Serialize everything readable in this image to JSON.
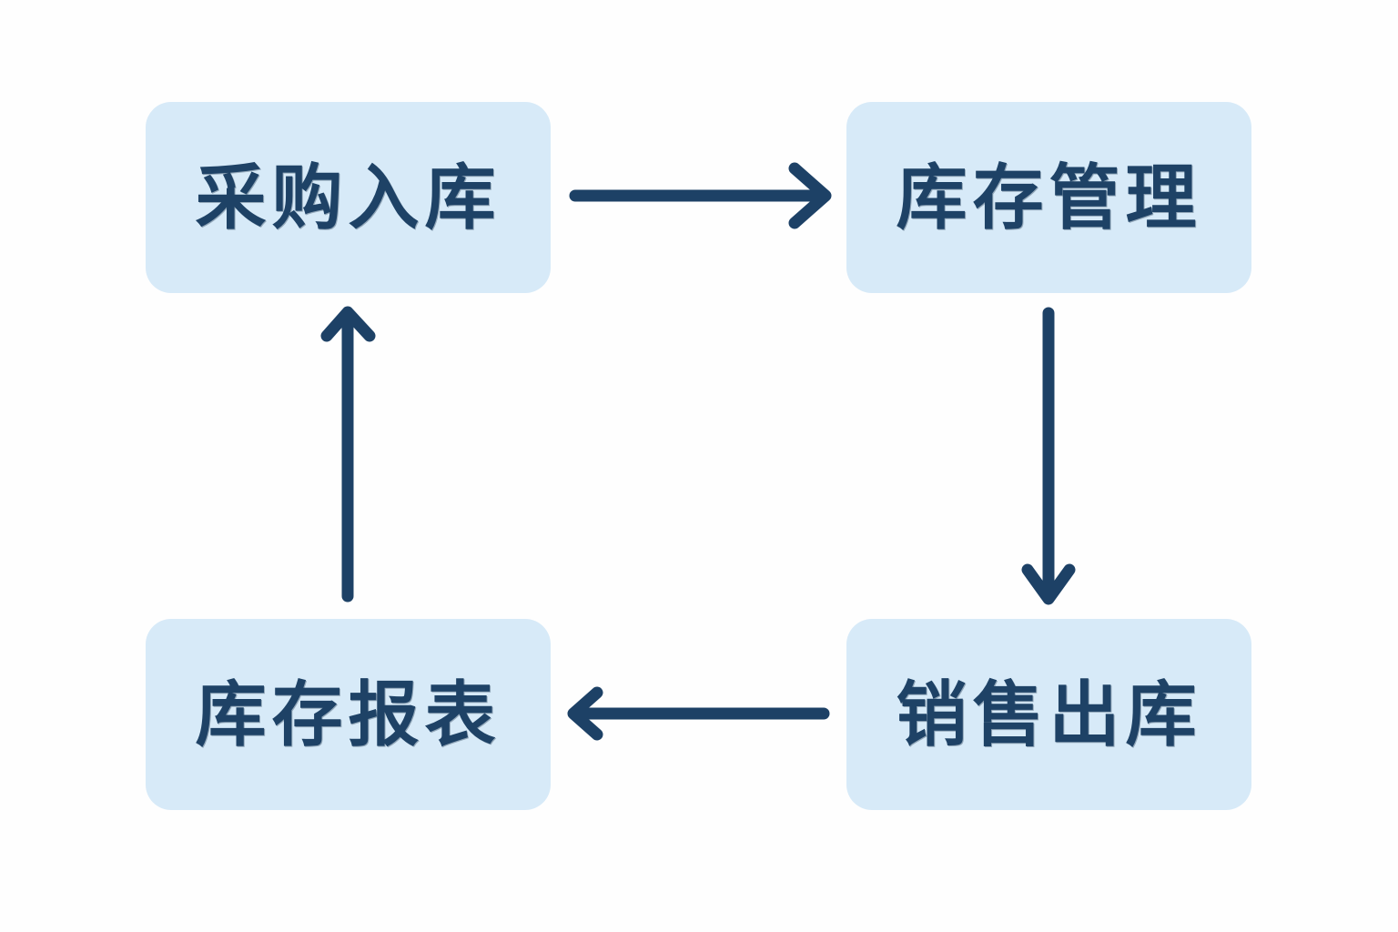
{
  "diagram": {
    "type": "flowchart",
    "description": "Cyclic inventory workflow with four stages",
    "nodes": [
      {
        "id": "purchase-inbound",
        "label": "采购入库"
      },
      {
        "id": "inventory-management",
        "label": "库存管理"
      },
      {
        "id": "sales-outbound",
        "label": "销售出库"
      },
      {
        "id": "inventory-report",
        "label": "库存报表"
      }
    ],
    "edges": [
      {
        "from": "purchase-inbound",
        "to": "inventory-management",
        "direction": "right"
      },
      {
        "from": "inventory-management",
        "to": "sales-outbound",
        "direction": "down"
      },
      {
        "from": "sales-outbound",
        "to": "inventory-report",
        "direction": "left"
      },
      {
        "from": "inventory-report",
        "to": "purchase-inbound",
        "direction": "up"
      }
    ]
  },
  "colors": {
    "node-fill": "#d7eaf8",
    "node-text": "#1e4266",
    "arrow": "#1d4166",
    "background": "#fefefe"
  }
}
